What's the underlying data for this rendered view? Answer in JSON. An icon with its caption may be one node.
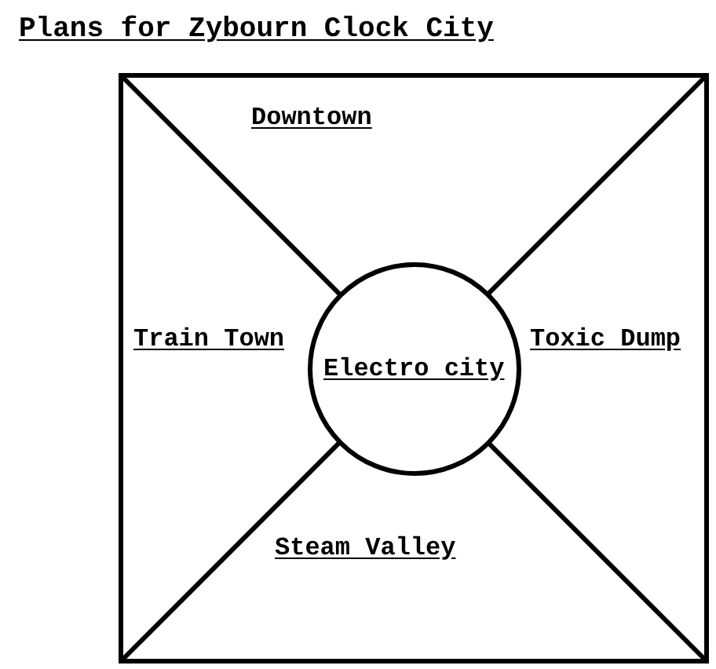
{
  "diagram": {
    "title": "Plans for Zybourn Clock City",
    "nodes": [
      {
        "text": [
          "Downtown"
        ]
      },
      {
        "text": [
          "Train Town"
        ]
      },
      {
        "text": [
          "Toxic Dump"
        ]
      },
      {
        "text": [
          "Electro city"
        ]
      },
      {
        "text": [
          "Steam Valley"
        ]
      }
    ]
  }
}
